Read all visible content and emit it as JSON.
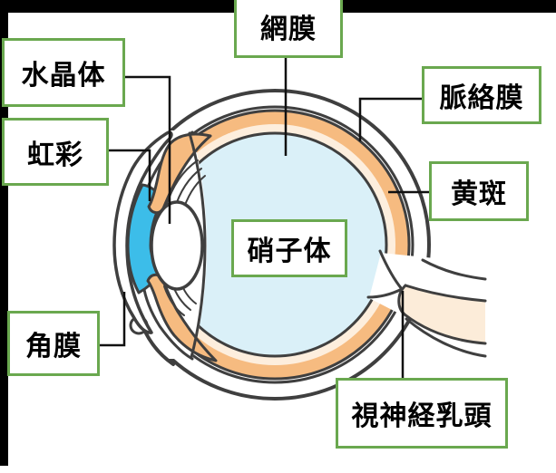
{
  "figure": {
    "type": "anatomical-diagram",
    "subject": "human eye cross-section (Japanese labels)"
  },
  "labels": {
    "lens": "水晶体",
    "iris": "虹彩",
    "cornea": "角膜",
    "retina": "網膜",
    "vitreous": "硝子体",
    "choroid": "脈絡膜",
    "macula": "黄斑",
    "optic_disc": "視神経乳頭"
  },
  "colors": {
    "frame": "#000000",
    "label_border": "#6aa84f",
    "label_bg": "#ffffff",
    "label_text": "#000000",
    "outline": "#3f3f3f",
    "leader": "#111111",
    "sclera": "#ffffff",
    "choroid_band": "#f6bb80",
    "retina_band": "#fdeedd",
    "vitreous_fill": "#daf0f8",
    "anterior_chamber": "#3cbde9",
    "iris_body": "#f6bb80",
    "lens_fill": "#ffffff",
    "optic_nerve": "#fcecd9"
  }
}
